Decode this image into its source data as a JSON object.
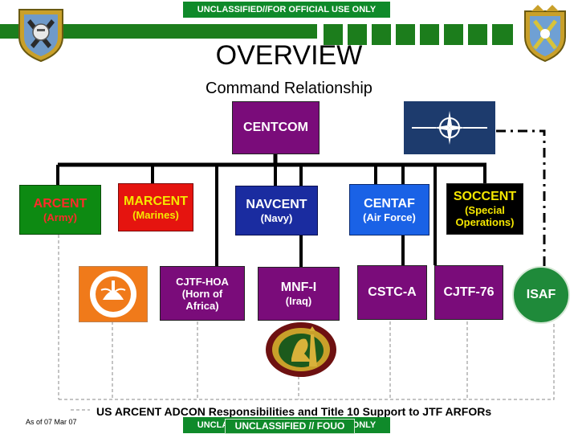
{
  "banner_top": "UNCLASSIFIED//FOR OFFICIAL USE ONLY",
  "banner_bottom_back": "UNCLASSIFIED//FOR OFFICIAL USE ONLY",
  "banner_bottom_front": "UNCLASSIFIED // FOUO",
  "title": "OVERVIEW",
  "subtitle": "Command Relationship",
  "centcom": "CENTCOM",
  "arcent": {
    "main": "ARCENT",
    "sub": "(Army)"
  },
  "marcent": {
    "main": "MARCENT",
    "sub": "(Marines)"
  },
  "navcent": {
    "main": "NAVCENT",
    "sub": "(Navy)"
  },
  "centaf": {
    "main": "CENTAF",
    "sub": "(Air Force)"
  },
  "soccent": {
    "main": "SOCCENT",
    "sub": "(Special Operations)"
  },
  "cjtf_hoa": {
    "main": "CJTF-HOA",
    "sub": "(Horn of Africa)"
  },
  "mnfi": {
    "main": "MNF-I",
    "sub": "(Iraq)"
  },
  "cstca": "CSTC-A",
  "cjtf76": "CJTF-76",
  "isaf": "ISAF",
  "footer": "US ARCENT ADCON Responsibilities and Title 10 Support to JTF ARFORs",
  "as_of": "As of 07 Mar 07",
  "colors": {
    "accent_green": "#1c7d1c",
    "purple": "#7a0c7a",
    "army_green": "#0d8a12",
    "marines_red": "#e5140f",
    "navy_blue": "#1a2ca0",
    "af_blue": "#1a62e6",
    "black": "#000000"
  }
}
